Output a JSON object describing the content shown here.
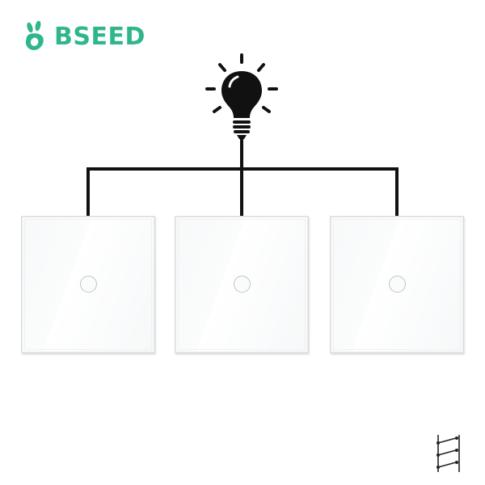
{
  "brand": {
    "name": "BSEED",
    "color": "#2fb68c"
  },
  "diagram": {
    "lamp_icon": "light-bulb-icon",
    "wire_color": "#111111",
    "switches": [
      {
        "id": "switch-1",
        "gangs": 1
      },
      {
        "id": "switch-2",
        "gangs": 1
      },
      {
        "id": "switch-3",
        "gangs": 1
      }
    ],
    "switch_type_icon": "three-way-switch-icon"
  }
}
